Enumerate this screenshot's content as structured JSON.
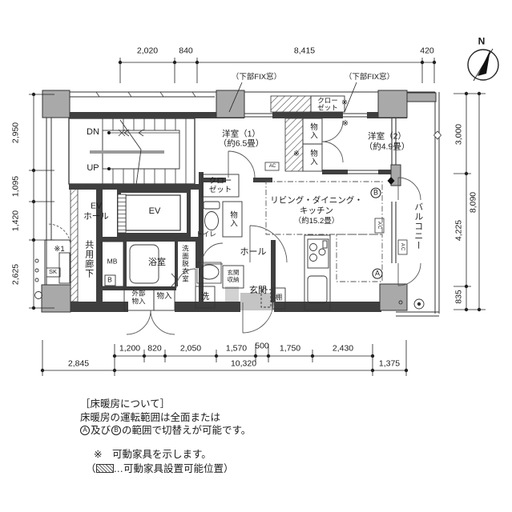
{
  "compass": {
    "label": "N"
  },
  "dims": {
    "top": [
      "2,020",
      "840",
      "8,415",
      "420"
    ],
    "left": [
      "2,950",
      "1,095",
      "1,420",
      "2,625"
    ],
    "right_inner": [
      "3,000",
      "4,225",
      "835"
    ],
    "right_outer": "8,090",
    "bottom_inner": [
      "1,200",
      "820",
      "2,050",
      "1,570",
      "500",
      "1,750",
      "2,430"
    ],
    "bottom_outer": [
      "2,845",
      "10,320",
      "1,375"
    ]
  },
  "labels": {
    "fix_window_left": "（下部FIX窓）",
    "fix_window_right": "（下部FIX窓）",
    "room1_name": "洋室（1）",
    "room1_size": "（約6.5畳）",
    "room2_name": "洋室（2）",
    "room2_size": "（約4.9畳）",
    "ldk_line1": "リビング・ダイニング・",
    "ldk_line2": "キッチン",
    "ldk_size": "（約15.2畳）",
    "balcony": "バルコニー",
    "ev_hall_line1": "EV",
    "ev_hall_line2": "ホール",
    "ev": "EV",
    "shared_corridor": "共用廊下",
    "bath": "浴室",
    "washroom": "洗面脱衣室",
    "toilet": "トイレ",
    "hall": "ホール",
    "entrance": "玄関",
    "entrance_storage_line1": "玄関",
    "entrance_storage_line2": "収納",
    "closet_top_line1": "クロー",
    "closet_top_line2": "ゼット",
    "closet_mid_line1": "クロー",
    "closet_mid_line2": "ゼット",
    "storage_upper": "物入",
    "storage_lower": "物入",
    "storage_center": "物入",
    "storage_bottom": "物入",
    "ext_storage_line1": "外部",
    "ext_storage_line2": "物入",
    "shelf": "棚",
    "washer": "洗",
    "mb": "MB",
    "b": "B",
    "sk": "SK",
    "note_mark1": "※1",
    "kome_a": "※",
    "kome_b": "※",
    "kome_c": "※",
    "dn": "DN",
    "up": "UP",
    "zone_a": "A",
    "zone_b": "B",
    "ac1": "AC",
    "ac2": "AC",
    "ac3": "AC"
  },
  "notes": {
    "heading": "［床暖房について］",
    "line1": "床暖房の運転範囲は全面または",
    "line2_a": "A",
    "line2_mid": "及び",
    "line2_b": "B",
    "line2_rest": "の範囲で切替えが可能です。",
    "line3": "※　可動家具を示します。",
    "legend_prefix": "（",
    "legend_suffix": "…可動家具設置可能位置）"
  },
  "colors": {
    "wall": "#3f3f3f",
    "pillar": "#a9a9a9",
    "line": "#333333",
    "floor_gray": "#c4c4c4"
  }
}
